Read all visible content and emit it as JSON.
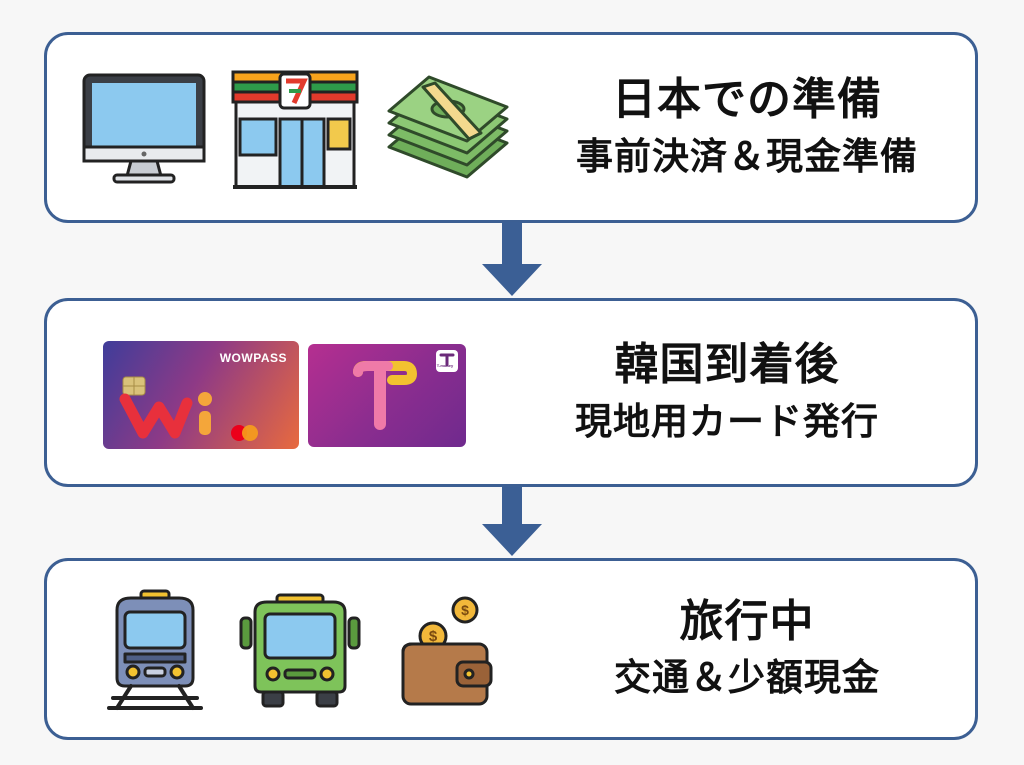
{
  "steps": [
    {
      "title": "日本での準備",
      "subtitle": "事前決済＆現金準備",
      "icons": [
        "computer-monitor-icon",
        "convenience-store-icon",
        "cash-bundle-icon"
      ]
    },
    {
      "title": "韓国到着後",
      "subtitle": "現地用カード発行",
      "cards": [
        {
          "name": "wowpass-card",
          "brand": "WOWPASS"
        },
        {
          "name": "tmoney-card",
          "brand": "T-money"
        }
      ]
    },
    {
      "title": "旅行中",
      "subtitle": "交通＆少額現金",
      "icons": [
        "train-icon",
        "bus-icon",
        "wallet-coins-icon"
      ]
    }
  ],
  "colors": {
    "border": "#3c5f93",
    "arrow": "#3b5f95",
    "wowpass_gradient": [
      "#3f3d9a",
      "#9a3a7c",
      "#f07a3a"
    ],
    "tmoney_gradient": [
      "#b22f8f",
      "#7b2b8e"
    ]
  }
}
